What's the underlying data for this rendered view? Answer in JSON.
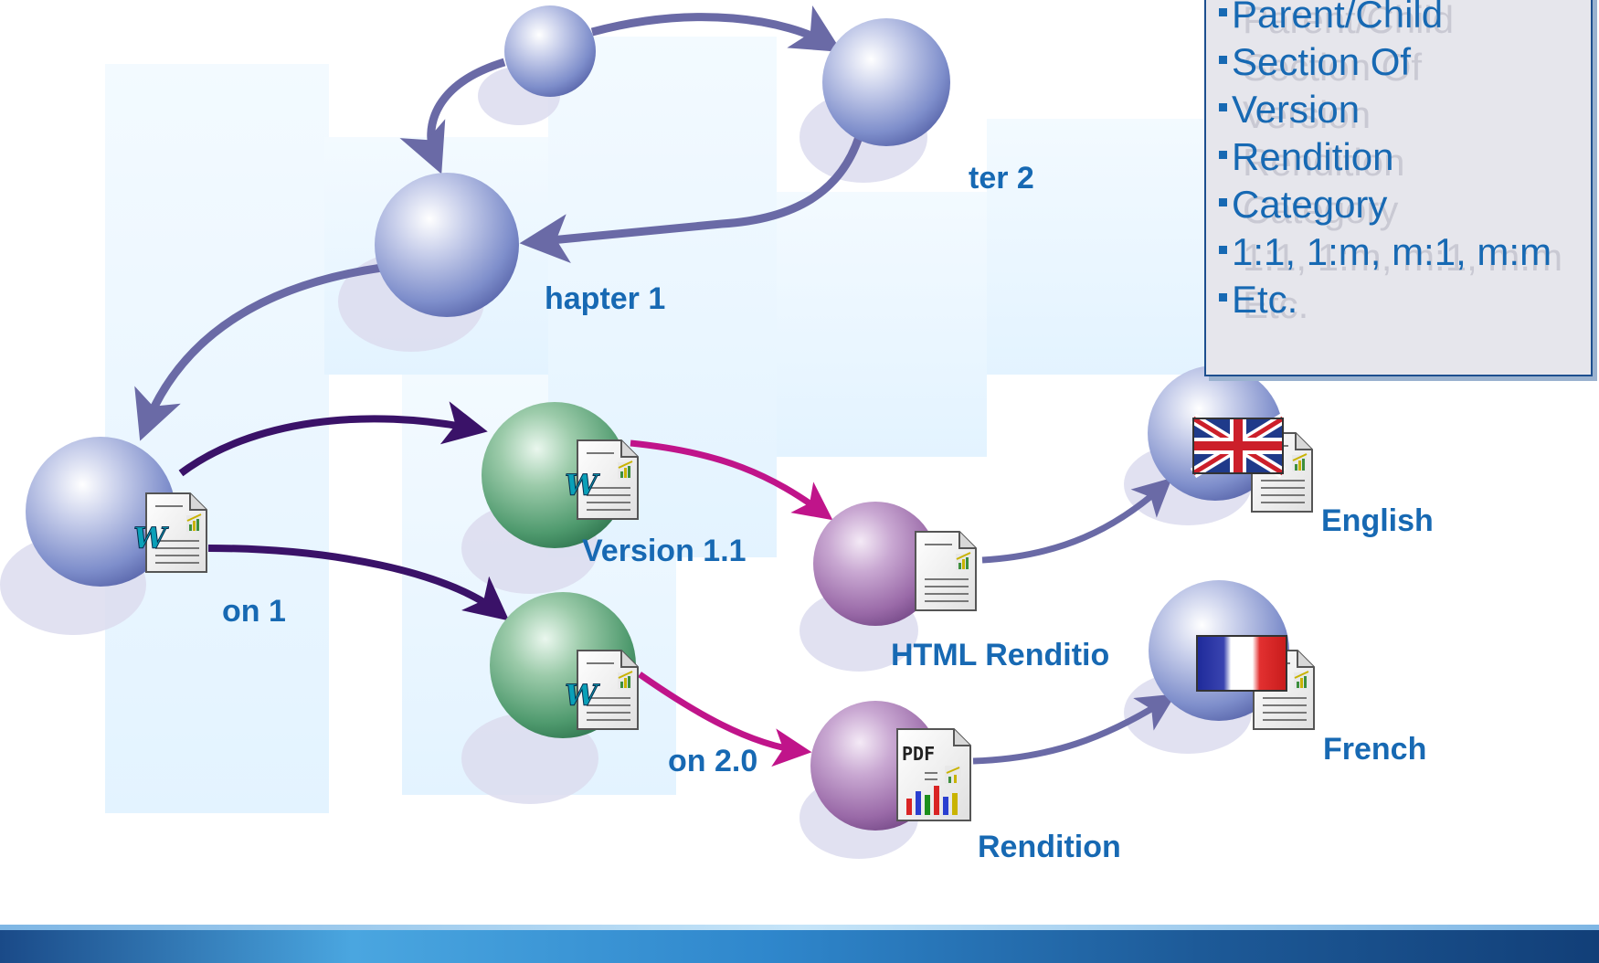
{
  "legend": {
    "items": [
      {
        "text": "Parent/Child"
      },
      {
        "text": "Section Of"
      },
      {
        "text": "Version"
      },
      {
        "text": "Rendition"
      },
      {
        "text": "Category"
      },
      {
        "text": "1:1, 1:m, m:1, m:m"
      },
      {
        "text": "Etc."
      }
    ]
  },
  "nodes": {
    "chapter2": {
      "label": "ter 2"
    },
    "chapter1": {
      "label": "hapter 1"
    },
    "version1": {
      "label": "on 1"
    },
    "version11": {
      "label": "Version 1.1"
    },
    "version20": {
      "label": "on 2.0"
    },
    "html_rendition": {
      "label": "HTML Renditio"
    },
    "pdf_rendition": {
      "label": "Rendition"
    },
    "english": {
      "label": "English"
    },
    "french": {
      "label": "French"
    }
  },
  "icons": {
    "word_badge": "W",
    "pdf_badge": "PDF"
  },
  "colors": {
    "blue_sphere": "#8a9ad0",
    "green_sphere": "#4f9a6e",
    "purple_sphere": "#9a6aa8",
    "arrow_structure": "#6a6aa6",
    "arrow_version": "#3a1268",
    "arrow_rendition": "#c0148a",
    "label_blue": "#1769b3"
  }
}
